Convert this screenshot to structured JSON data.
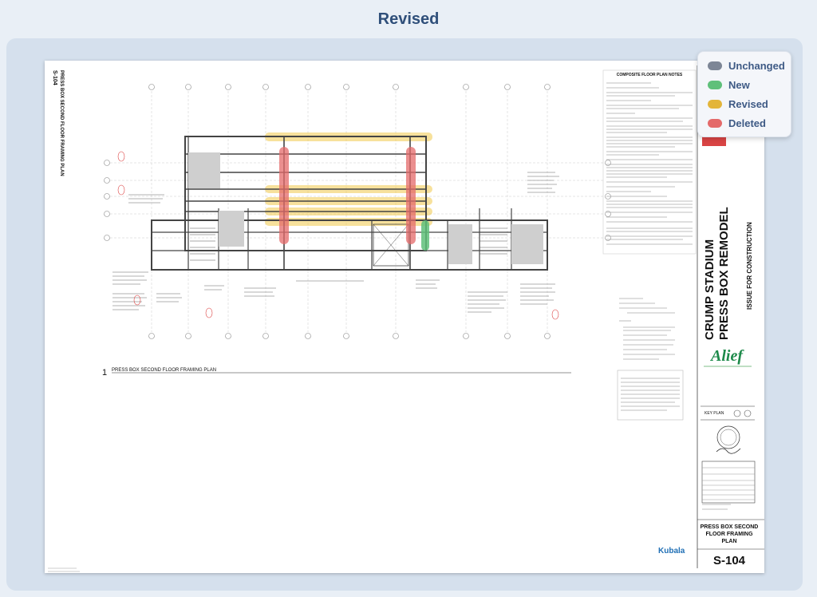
{
  "header": {
    "title": "Revised"
  },
  "legend": {
    "items": [
      {
        "label": "Unchanged",
        "color": "#7d8696"
      },
      {
        "label": "New",
        "color": "#5fc07a"
      },
      {
        "label": "Revised",
        "color": "#e3b53a"
      },
      {
        "label": "Deleted",
        "color": "#e46a6a"
      }
    ]
  },
  "drawing": {
    "plan_number": "1",
    "plan_title": "PRESS BOX SECOND FLOOR FRAMING PLAN",
    "side_title": "PRESS BOX SECOND FLOOR FRAMING PLAN",
    "side_sheet": "S-104",
    "notes_title": "COMPOSITE FLOOR PLAN NOTES"
  },
  "title_block": {
    "project_line1": "CRUMP STADIUM",
    "project_line2": "PRESS BOX REMODEL",
    "issue": "ISSUE FOR CONSTRUCTION",
    "client_logo": "Alief",
    "key_plan": "KEY PLAN",
    "sheet_title": "PRESS BOX SECOND FLOOR FRAMING PLAN",
    "sheet_number": "S-104",
    "firm_logo": "Kubala"
  }
}
